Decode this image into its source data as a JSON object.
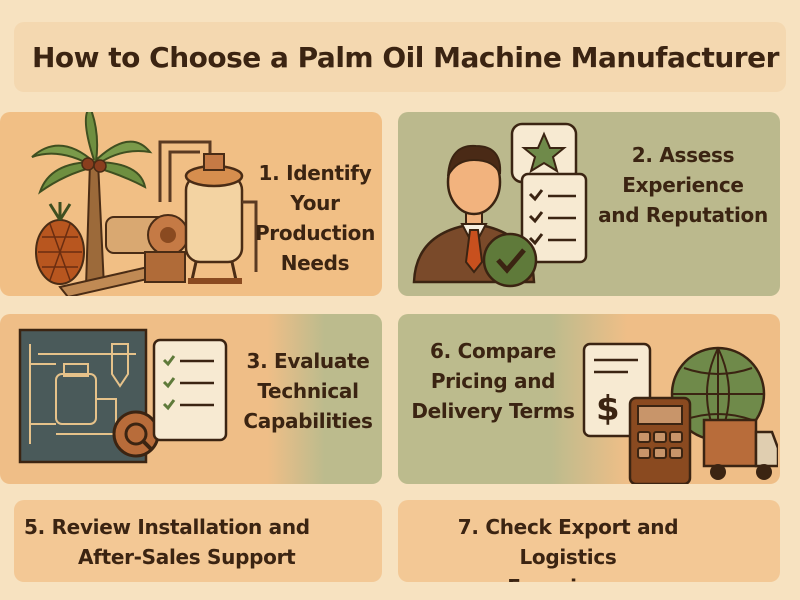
{
  "title": "How to Choose a Palm Oil Machine Manufacturer",
  "steps": [
    {
      "line1": "1. Identify",
      "line2": "Your",
      "line3": "Production",
      "line4": "Needs"
    },
    {
      "line1": "2. Assess",
      "line2": "Experience",
      "line3": "and Reputation"
    },
    {
      "line1": "3. Evaluate",
      "line2": "Technical",
      "line3": "Capabilities"
    },
    {
      "line1": "6. Compare",
      "line2": "Pricing and",
      "line3": "Delivery Terms"
    },
    {
      "line1": "5. Review Installation and",
      "line2": "After-Sales Support"
    },
    {
      "line1": "7. Check Export and Logistics",
      "line2": "Experience"
    }
  ],
  "icons": {
    "card1": "palm-tree-and-oil-press-icon",
    "card2": "businessman-with-review-checklist-icon",
    "card3": "technical-blueprint-with-magnifier-icon",
    "card4": "invoice-calculator-globe-truck-icon"
  },
  "colors": {
    "title_bg": "#f4d8b0",
    "orange_card": "#f1bf85",
    "green_card": "#bbb98d",
    "text": "#3b2412"
  }
}
